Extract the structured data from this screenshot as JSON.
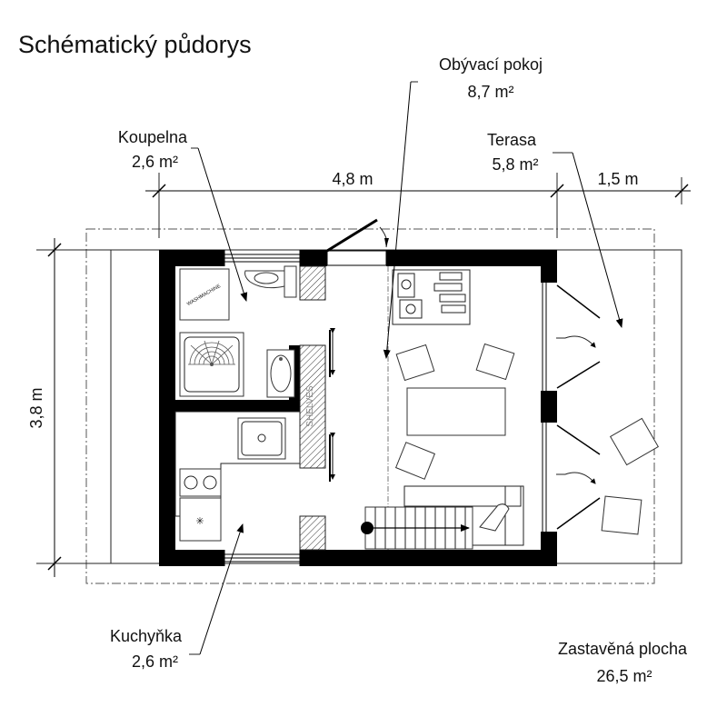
{
  "title": "Schématický půdorys",
  "dimensions": {
    "width_main": "4,8 m",
    "width_terrace": "1,5 m",
    "depth": "3,8 m"
  },
  "rooms": {
    "living": {
      "name": "Obývací pokoj",
      "area": "8,7 m²"
    },
    "bathroom": {
      "name": "Koupelna",
      "area": "2,6 m²"
    },
    "terrace": {
      "name": "Terasa",
      "area": "5,8 m²"
    },
    "kitchen": {
      "name": "Kuchyňka",
      "area": "2,6 m²"
    }
  },
  "built_area": {
    "label": "Zastavěná plocha",
    "value": "26,5 m²"
  },
  "fixtures": {
    "washing_machine": "WASHMACHINE",
    "shelves": "SHELVES"
  }
}
